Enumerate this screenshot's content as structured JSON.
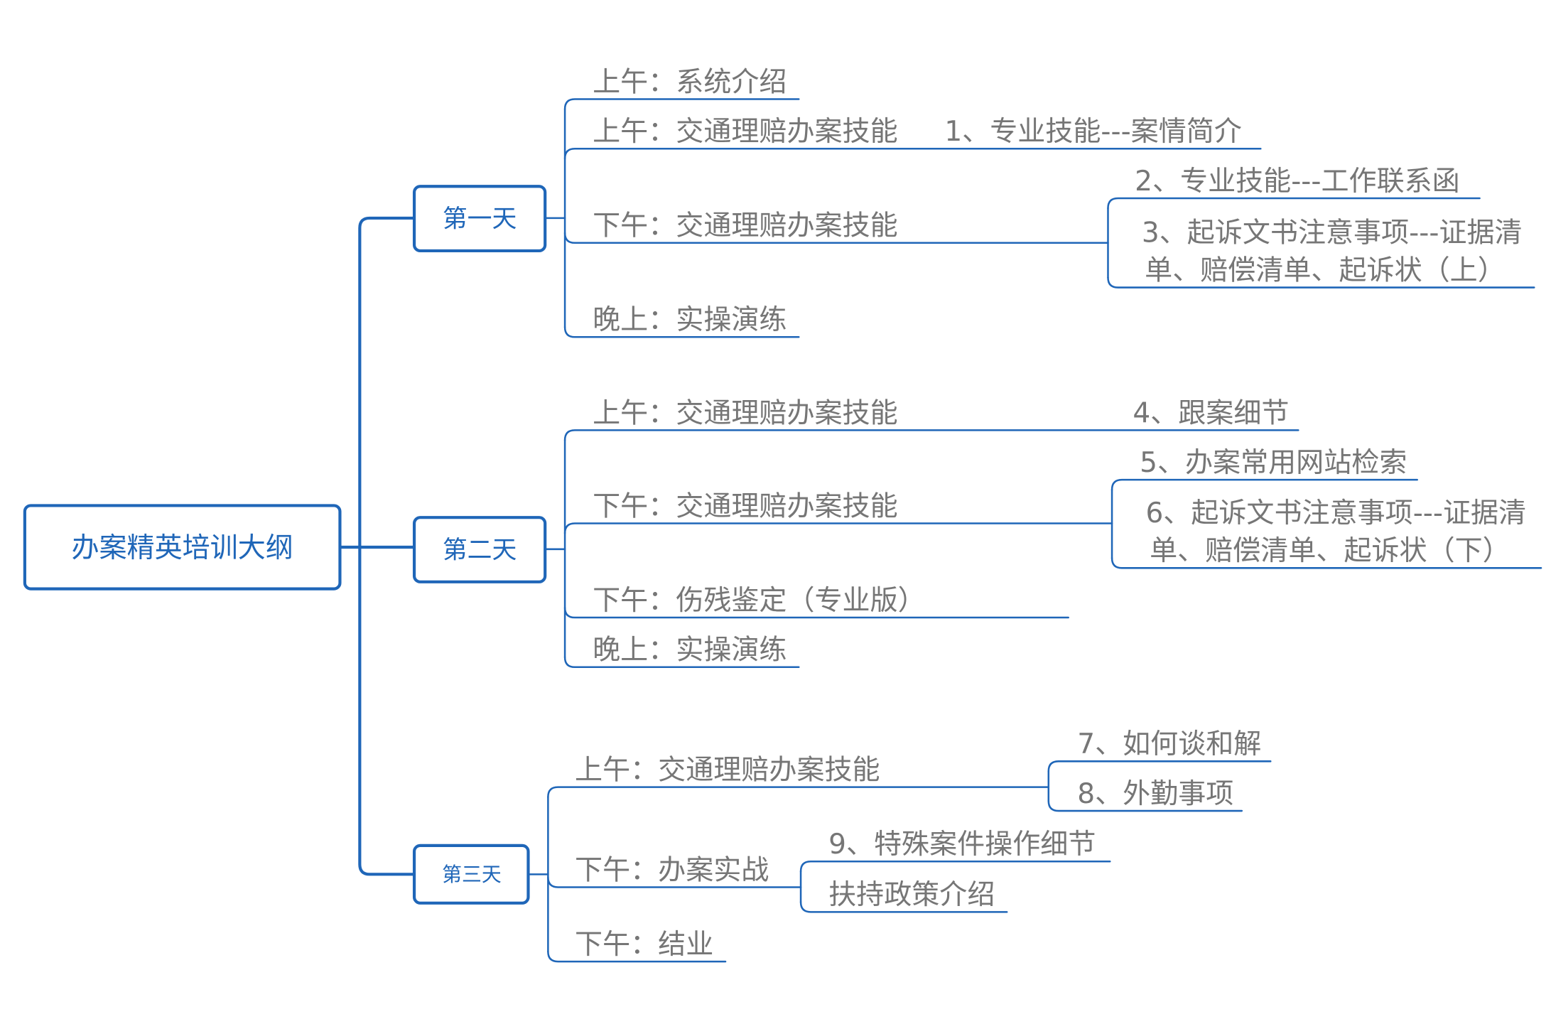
{
  "colors": {
    "accent": "#1f66b8",
    "text": "#767676",
    "line": "#1f66b8",
    "background": "#ffffff"
  },
  "root": {
    "label": "办案精英培训大纲"
  },
  "days": [
    {
      "label": "第一天",
      "items": [
        {
          "label": "上午：系统介绍"
        },
        {
          "label": "上午：交通理赔办案技能",
          "children": [
            {
              "lines": [
                "1、专业技能---案情简介"
              ]
            }
          ]
        },
        {
          "label": "下午：交通理赔办案技能",
          "children": [
            {
              "lines": [
                "2、专业技能---工作联系函"
              ]
            },
            {
              "lines": [
                "3、起诉文书注意事项---证据清",
                "单、赔偿清单、起诉状（上）"
              ]
            }
          ]
        },
        {
          "label": "晚上：实操演练"
        }
      ]
    },
    {
      "label": "第二天",
      "items": [
        {
          "label": "上午：交通理赔办案技能",
          "children": [
            {
              "lines": [
                "4、跟案细节"
              ]
            }
          ]
        },
        {
          "label": "下午：交通理赔办案技能",
          "children": [
            {
              "lines": [
                "5、办案常用网站检索"
              ]
            },
            {
              "lines": [
                "6、起诉文书注意事项---证据清",
                "单、赔偿清单、起诉状（下）"
              ]
            }
          ]
        },
        {
          "label": "下午：伤残鉴定（专业版）"
        },
        {
          "label": "晚上：实操演练"
        }
      ]
    },
    {
      "label": "第三天",
      "items": [
        {
          "label": "上午：交通理赔办案技能",
          "children": [
            {
              "lines": [
                "7、如何谈和解"
              ]
            },
            {
              "lines": [
                "8、外勤事项"
              ]
            }
          ]
        },
        {
          "label": "下午：办案实战",
          "children": [
            {
              "lines": [
                "9、特殊案件操作细节"
              ]
            },
            {
              "lines": [
                "扶持政策介绍"
              ]
            }
          ]
        },
        {
          "label": "下午：结业"
        }
      ]
    }
  ]
}
